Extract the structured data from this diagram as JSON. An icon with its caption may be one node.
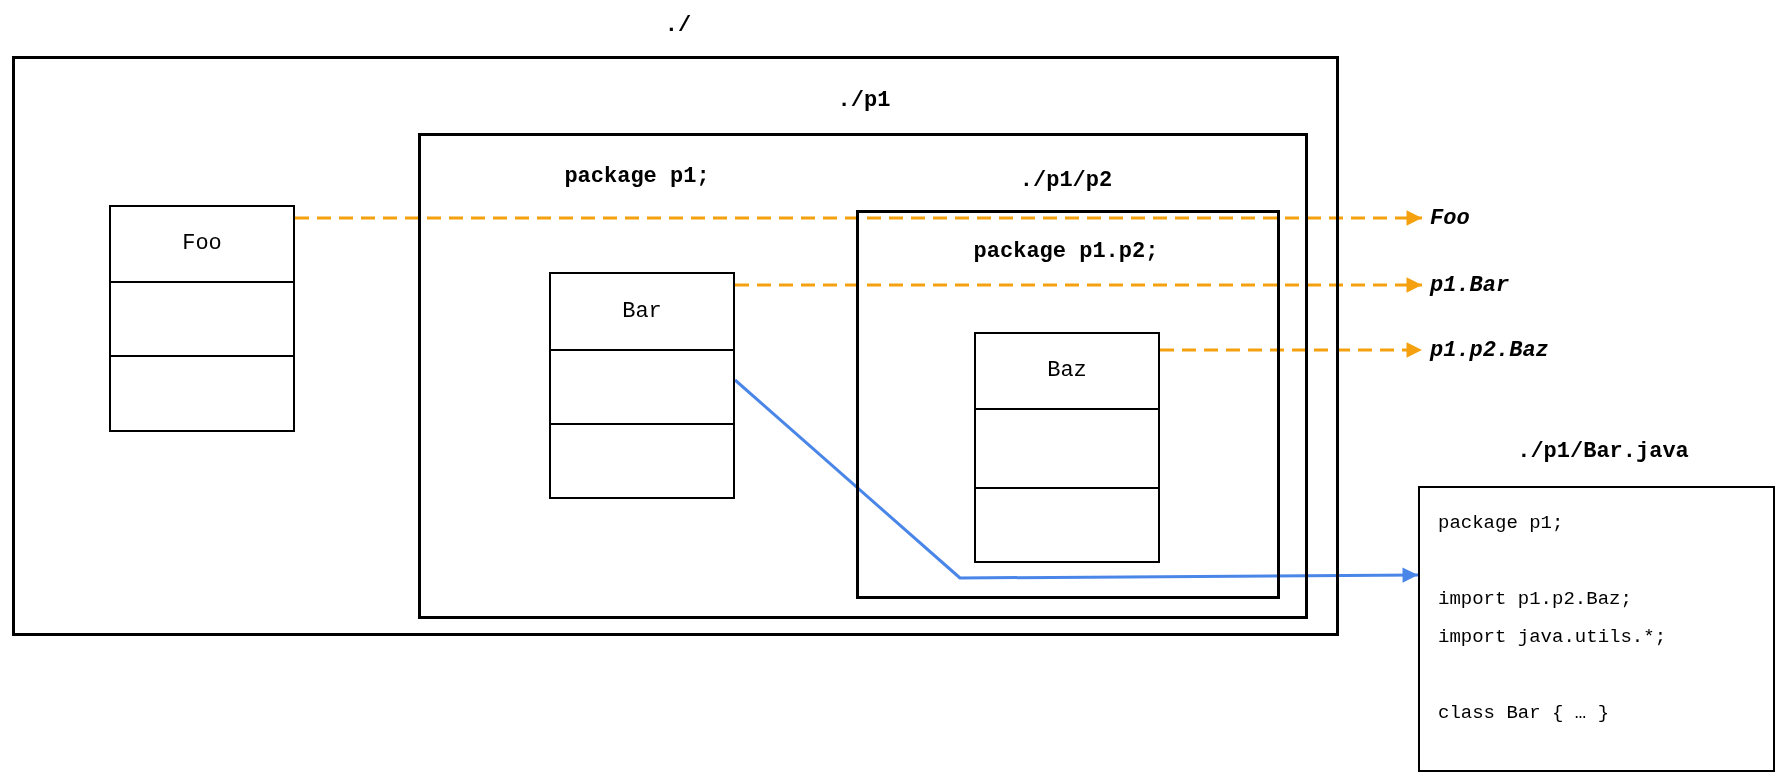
{
  "diagram": {
    "nodes": [
      {
        "text": [
          "./"
        ]
      },
      {
        "text": [
          "Foo"
        ],
        "in": 0
      },
      {
        "text": [
          "./p1",
          "package p1;"
        ],
        "in": 0
      },
      {
        "text": [
          "Bar"
        ],
        "in": 2
      },
      {
        "text": [
          "./p1/p2",
          "package p1.p2;"
        ],
        "in": 2
      },
      {
        "text": [
          "Baz"
        ],
        "in": 4
      },
      {
        "text": [
          "Foo"
        ]
      },
      {
        "text": [
          "p1.Bar"
        ]
      },
      {
        "text": [
          "p1.p2.Baz"
        ]
      },
      {
        "text": [
          "./p1/Bar.java",
          "package p1;",
          "import p1.p2.Baz;",
          "import java.utils.*;",
          "class Bar { … }"
        ]
      }
    ],
    "edges": [
      {
        "from": 1,
        "to": 6,
        "arrow": "to",
        "style": "dashed"
      },
      {
        "from": 3,
        "to": 7,
        "arrow": "to",
        "style": "dashed"
      },
      {
        "from": 5,
        "to": 8,
        "arrow": "to",
        "style": "dashed"
      },
      {
        "from": 3,
        "to": 9,
        "arrow": "to",
        "color": "#4a86e8"
      }
    ]
  }
}
